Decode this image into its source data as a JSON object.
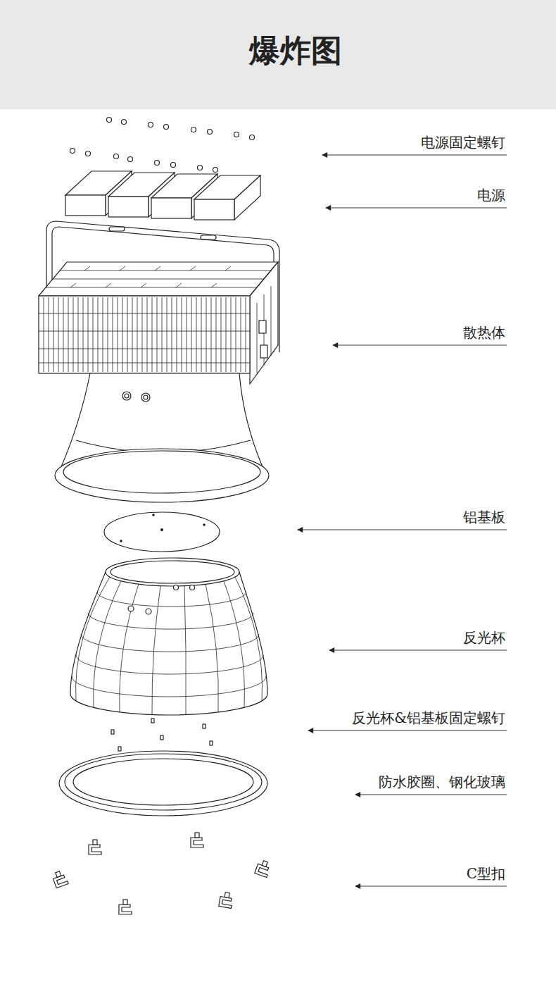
{
  "diagram": {
    "title": "爆炸图",
    "labels": [
      "电源固定螺钉",
      "电源",
      "散热体",
      "铝基板",
      "反光杯",
      "反光杯&铝基板固定螺钉",
      "防水胶圈、钢化玻璃",
      "C型扣"
    ]
  }
}
